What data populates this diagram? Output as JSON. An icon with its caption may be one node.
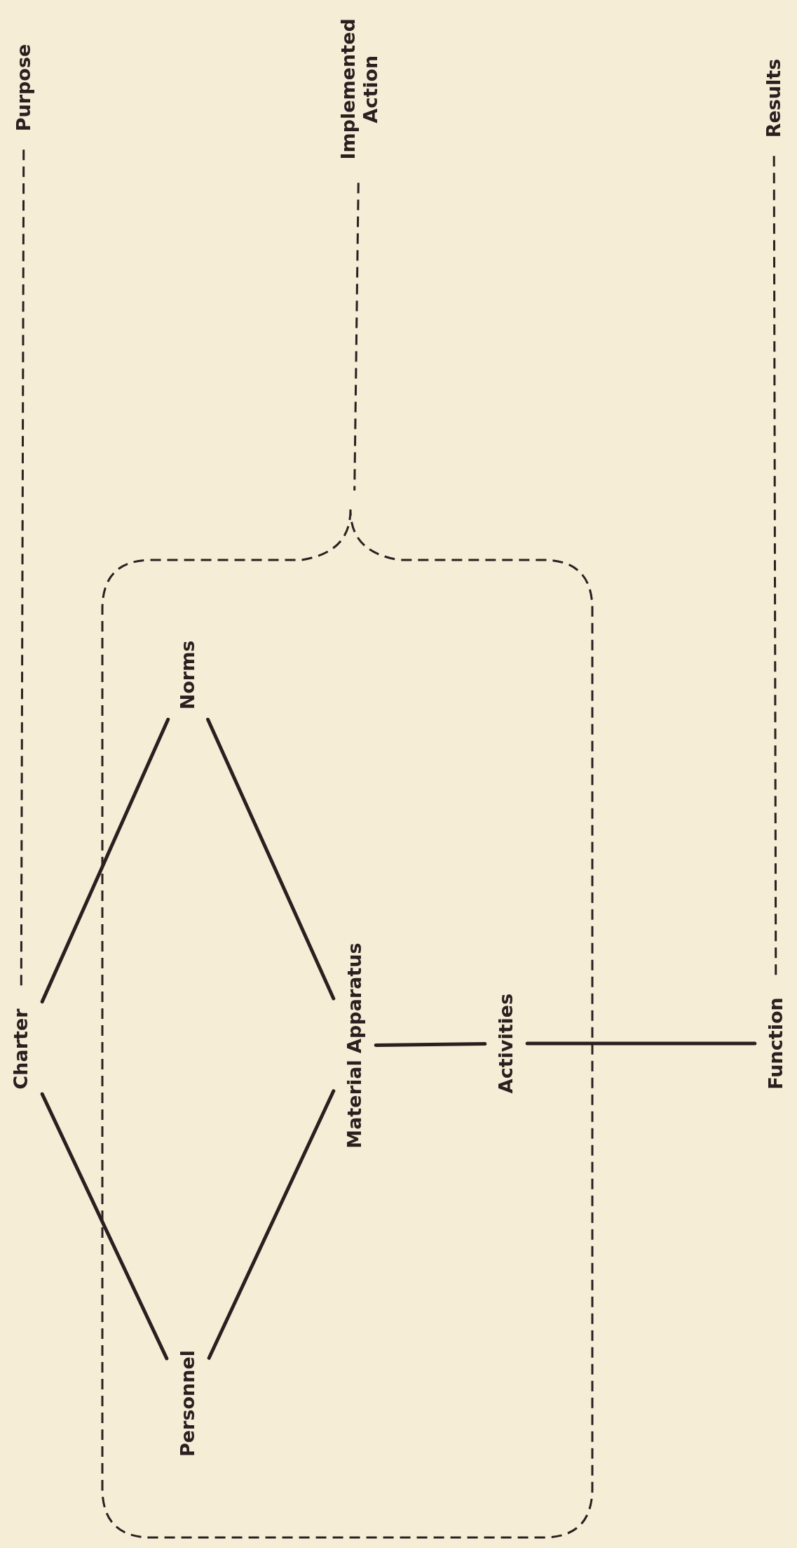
{
  "diagram": {
    "nodes": [
      {
        "text": [
          "Purpose"
        ]
      },
      {
        "text": [
          "Implemented Action"
        ]
      },
      {
        "text": [
          "Results"
        ]
      },
      {
        "text": [],
        "shape": "box"
      },
      {
        "text": [
          "Charter"
        ]
      },
      {
        "text": [
          "Norms"
        ],
        "in": 3
      },
      {
        "text": [
          "Material Apparatus"
        ],
        "in": 3
      },
      {
        "text": [
          "Activities"
        ],
        "in": 3
      },
      {
        "text": [
          "Personnel"
        ],
        "in": 3
      },
      {
        "text": [
          "Function"
        ]
      }
    ],
    "edges": [
      {
        "from": 0,
        "to": 4,
        "arrow": "none",
        "style": "dashed"
      },
      {
        "from": 1,
        "to": 3,
        "arrow": "none",
        "style": "dashed"
      },
      {
        "from": 2,
        "to": 9,
        "arrow": "none",
        "style": "dashed"
      },
      {
        "from": 4,
        "to": 5,
        "arrow": "none"
      },
      {
        "from": 4,
        "to": 8,
        "arrow": "none"
      },
      {
        "from": 5,
        "to": 6,
        "arrow": "none"
      },
      {
        "from": 8,
        "to": 6,
        "arrow": "none"
      },
      {
        "from": 6,
        "to": 7,
        "arrow": "none"
      },
      {
        "from": 7,
        "to": 9,
        "arrow": "none"
      }
    ]
  }
}
